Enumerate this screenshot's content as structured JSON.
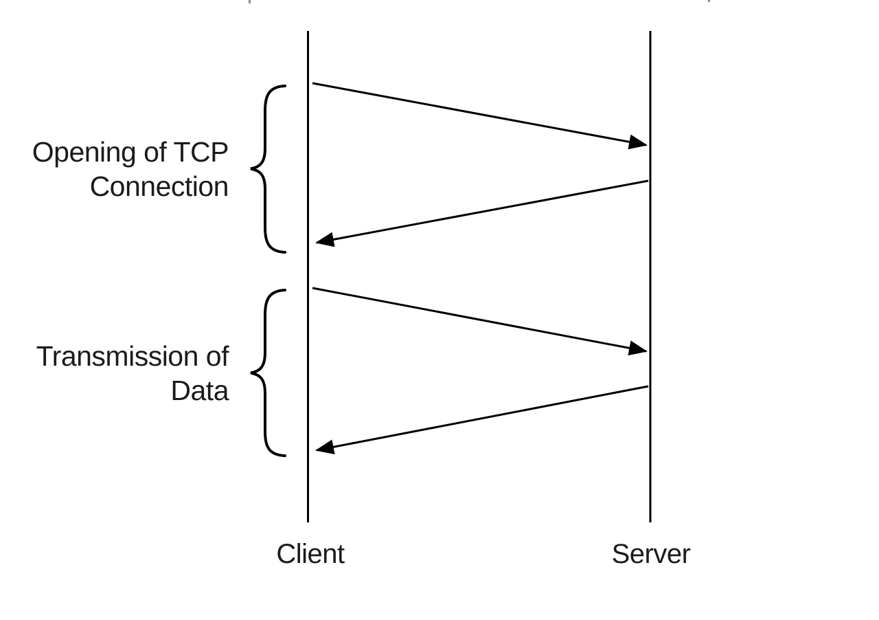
{
  "diagram": {
    "title_hint": "TCP connection sequence diagram",
    "colors": {
      "background": "#ffffff",
      "line": "#000000",
      "text": "#1b1b1b"
    },
    "sections": [
      {
        "line1": "Opening of TCP",
        "line2": "Connection"
      },
      {
        "line1": "Transmission of",
        "line2": "Data"
      }
    ],
    "actors": [
      {
        "label": "Client"
      },
      {
        "label": "Server"
      }
    ],
    "messages": [
      {
        "section": "Opening of TCP Connection",
        "from": "Client",
        "to": "Server"
      },
      {
        "section": "Opening of TCP Connection",
        "from": "Server",
        "to": "Client"
      },
      {
        "section": "Transmission of Data",
        "from": "Client",
        "to": "Server"
      },
      {
        "section": "Transmission of Data",
        "from": "Server",
        "to": "Client"
      }
    ]
  }
}
